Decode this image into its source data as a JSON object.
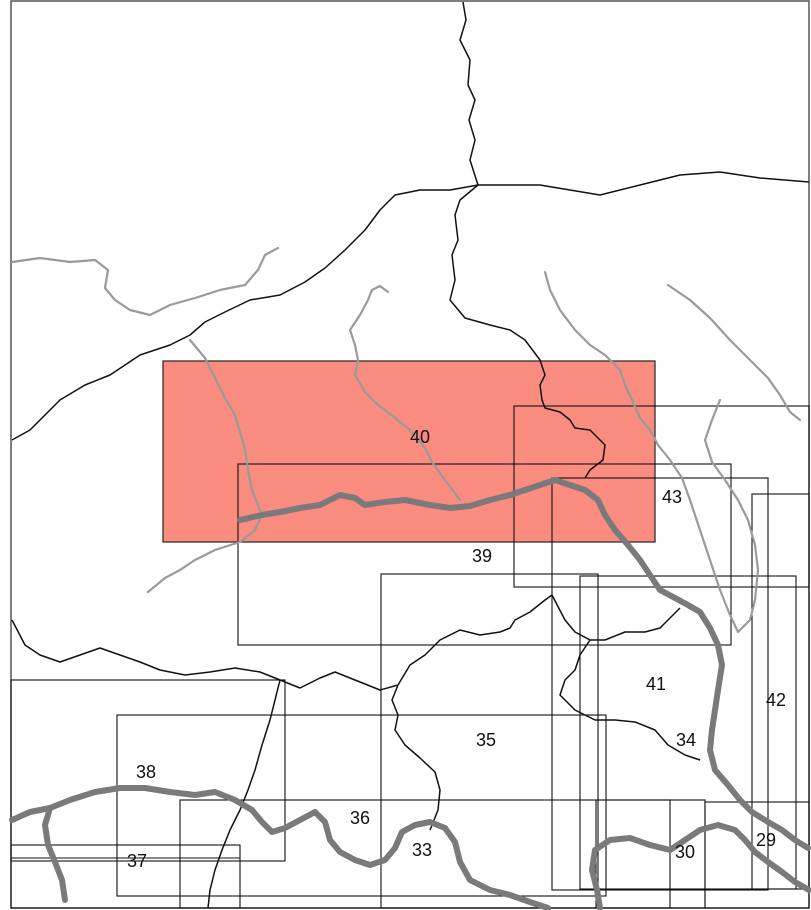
{
  "map": {
    "highlight_color": "#fa8c80",
    "selected_sheet": "40",
    "sheets": [
      {
        "id": "s29",
        "label": "29"
      },
      {
        "id": "s30",
        "label": "30"
      },
      {
        "id": "s33",
        "label": "33"
      },
      {
        "id": "s34",
        "label": "34"
      },
      {
        "id": "s35",
        "label": "35"
      },
      {
        "id": "s36",
        "label": "36"
      },
      {
        "id": "s37",
        "label": "37"
      },
      {
        "id": "s38",
        "label": "38"
      },
      {
        "id": "s39",
        "label": "39"
      },
      {
        "id": "s40",
        "label": "40"
      },
      {
        "id": "s41",
        "label": "41"
      },
      {
        "id": "s42",
        "label": "42"
      },
      {
        "id": "s43",
        "label": "43"
      }
    ]
  }
}
